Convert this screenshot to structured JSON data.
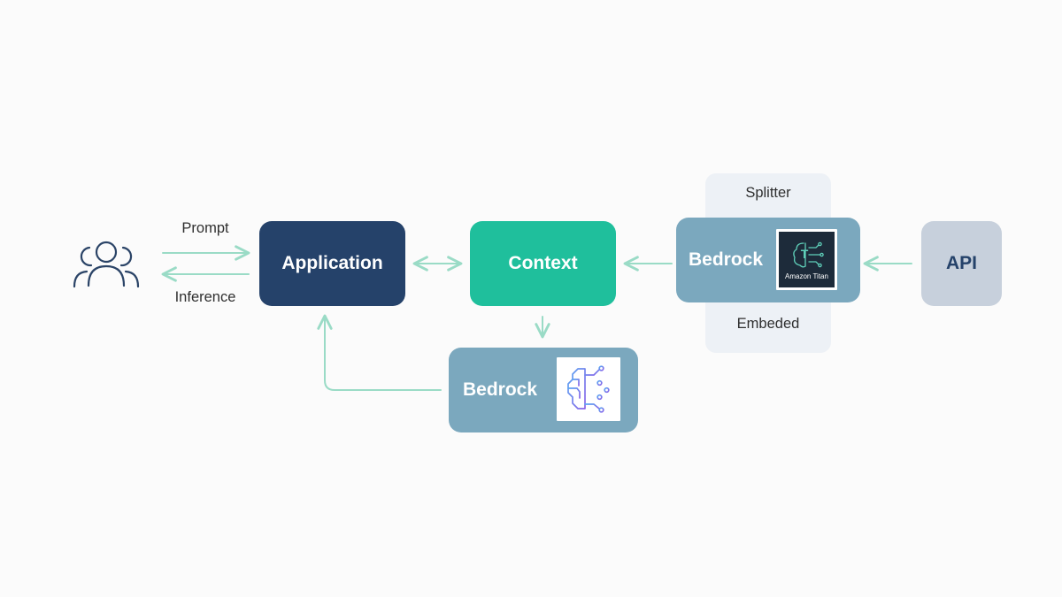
{
  "colors": {
    "application": "#25426a",
    "context": "#1fbf9c",
    "bedrock": "#7ba8be",
    "api": "#c7d0dc",
    "api_text": "#25426a",
    "panel": "#edf1f6",
    "arrow": "#9adbc6",
    "user_stroke": "#2b4467",
    "titan_tile": "#1d2b3a"
  },
  "user": {
    "icon": "users-icon"
  },
  "edges": {
    "prompt": "Prompt",
    "inference": "Inference"
  },
  "nodes": {
    "application": "Application",
    "context": "Context",
    "bedrock_embed": "Bedrock",
    "bedrock_llm": "Bedrock",
    "api": "API"
  },
  "panel": {
    "top_label": "Splitter",
    "bottom_label": "Embeded"
  },
  "logos": {
    "titan": {
      "icon": "amazon-titan-logo",
      "caption": "Amazon Titan"
    },
    "bedrock": {
      "icon": "bedrock-brain-logo"
    }
  }
}
